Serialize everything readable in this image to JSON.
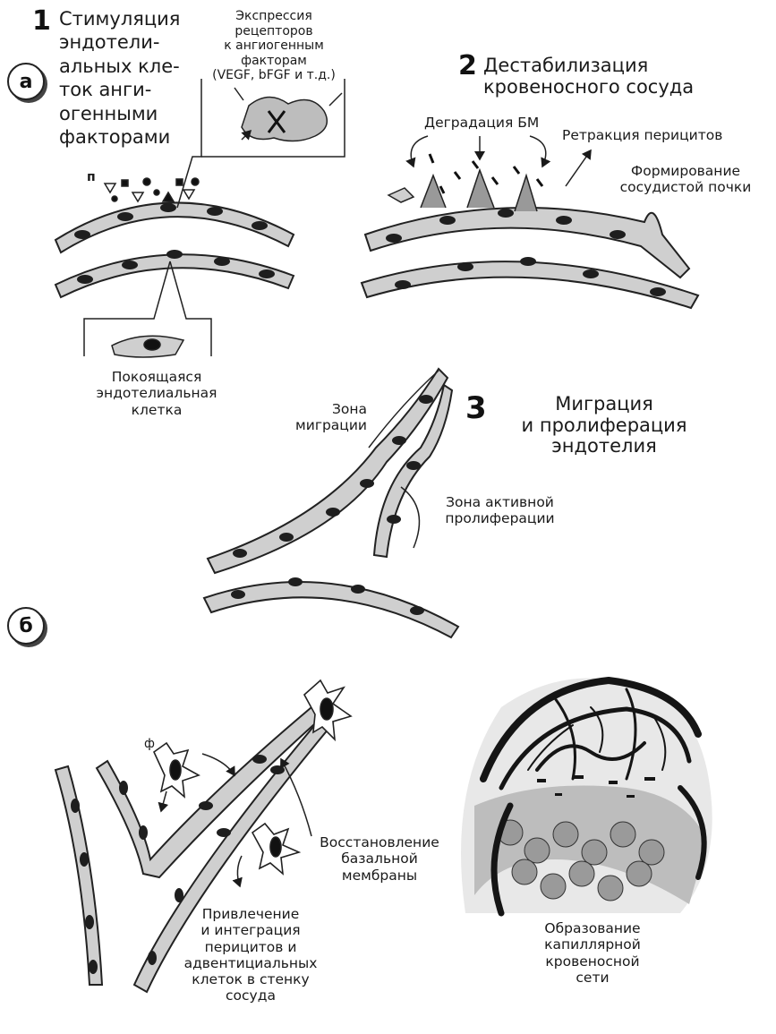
{
  "panels": {
    "a": "а",
    "b": "б"
  },
  "steps": {
    "s1": {
      "number": "1",
      "label": "Стимуляция\nэндотели-\nальных кле-\nток анги-\nогенными\nфакторами"
    },
    "s2": {
      "number": "2",
      "label": "Дестабилизация\nкровеносного сосуда"
    },
    "s3": {
      "number": "3",
      "label": "Миграция\nи пролиферация\nэндотелия"
    }
  },
  "labels": {
    "receptors": "Экспрессия рецепторов\nк ангиогенным факторам\n(VEGF, bFGF и т.д.)",
    "pericyte_letter": "п",
    "resting_cell": "Покоящаяся\nэндотелиальная\nклетка",
    "bm_degradation": "Деградация БМ",
    "pericyte_retraction": "Ретракция перицитов",
    "sprout_formation": "Формирование\nсосудистой почки",
    "migration_zone": "Зона\nмиграции",
    "proliferation_zone": "Зона активной\nпролиферации",
    "phi_letter": "ф",
    "bm_restoration": "Восстановление\nбазальной\nмембраны",
    "pericyte_recruitment": "Привлечение\nи интеграция\nперицитов и\nадвентициальных\nклеток в стенку\nсосуда",
    "capillary_network": "Образование\nкапиллярной\nкровеносной\nсети"
  },
  "colors": {
    "cell_fill": "#cfcfcf",
    "nucleus": "#1e1e1e",
    "ink": "#1a1a1a"
  }
}
